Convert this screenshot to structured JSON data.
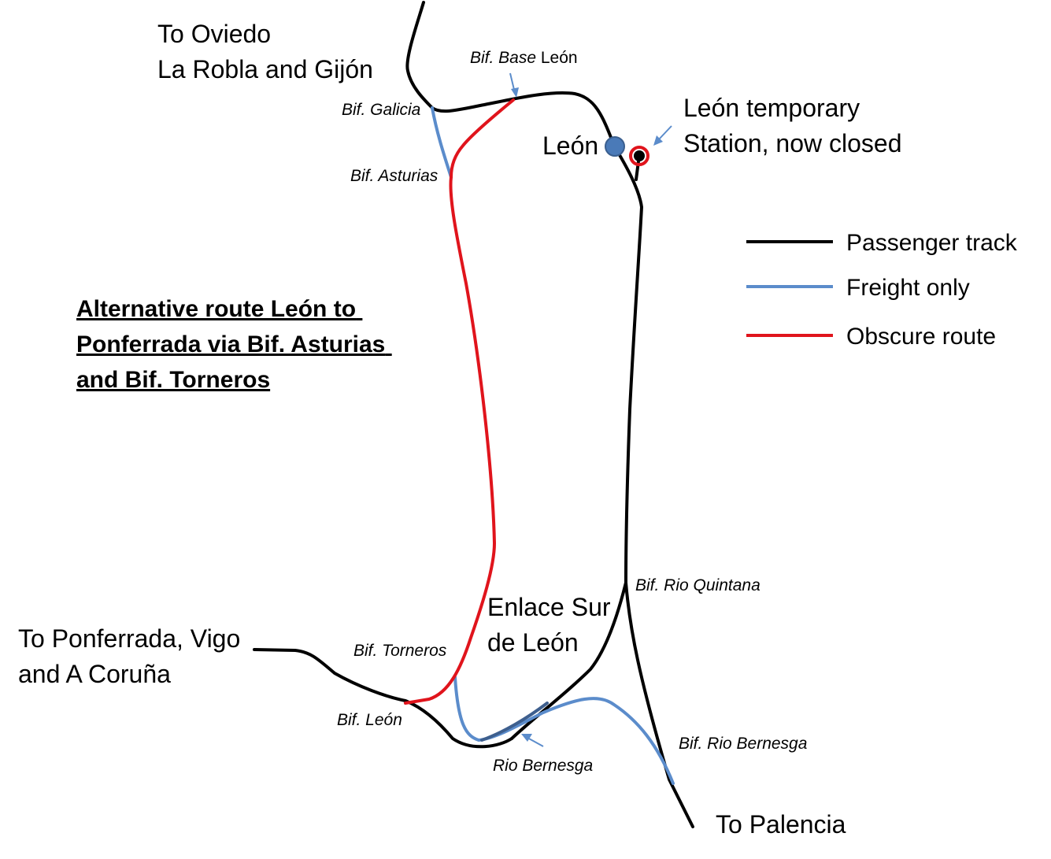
{
  "colors": {
    "passenger": "#000000",
    "freight": "#5b8ccb",
    "obscure": "#e0141c",
    "leon_station": "#4a7ab8",
    "arrow": "#5b8ccb"
  },
  "destinations": {
    "oviedo": [
      "To Oviedo",
      "La Robla and Gijón"
    ],
    "ponferrada": [
      "To Ponferrada, Vigo",
      "and A Coruña"
    ],
    "palencia": "To Palencia"
  },
  "stations": {
    "leon": "León",
    "temporary": [
      "León temporary",
      "Station, now closed"
    ]
  },
  "junctions": {
    "base_leon_italic": "Bif. Base",
    "base_leon_plain": " León",
    "galicia": "Bif. Galicia",
    "asturias": "Bif. Asturias",
    "rio_quintana": "Bif. Rio Quintana",
    "torneros": "Bif. Torneros",
    "bif_leon": "Bif. León",
    "rio_bernesga": "Rio Bernesga",
    "bif_rio_bernesga": "Bif. Rio Bernesga"
  },
  "enlace": [
    "Enlace Sur",
    "de León"
  ],
  "alt_route_title": [
    "Alternative route León to",
    "Ponferrada via Bif. Asturias",
    "and Bif. Torneros"
  ],
  "legend": {
    "passenger": "Passenger track",
    "freight": "Freight only",
    "obscure": "Obscure route"
  }
}
